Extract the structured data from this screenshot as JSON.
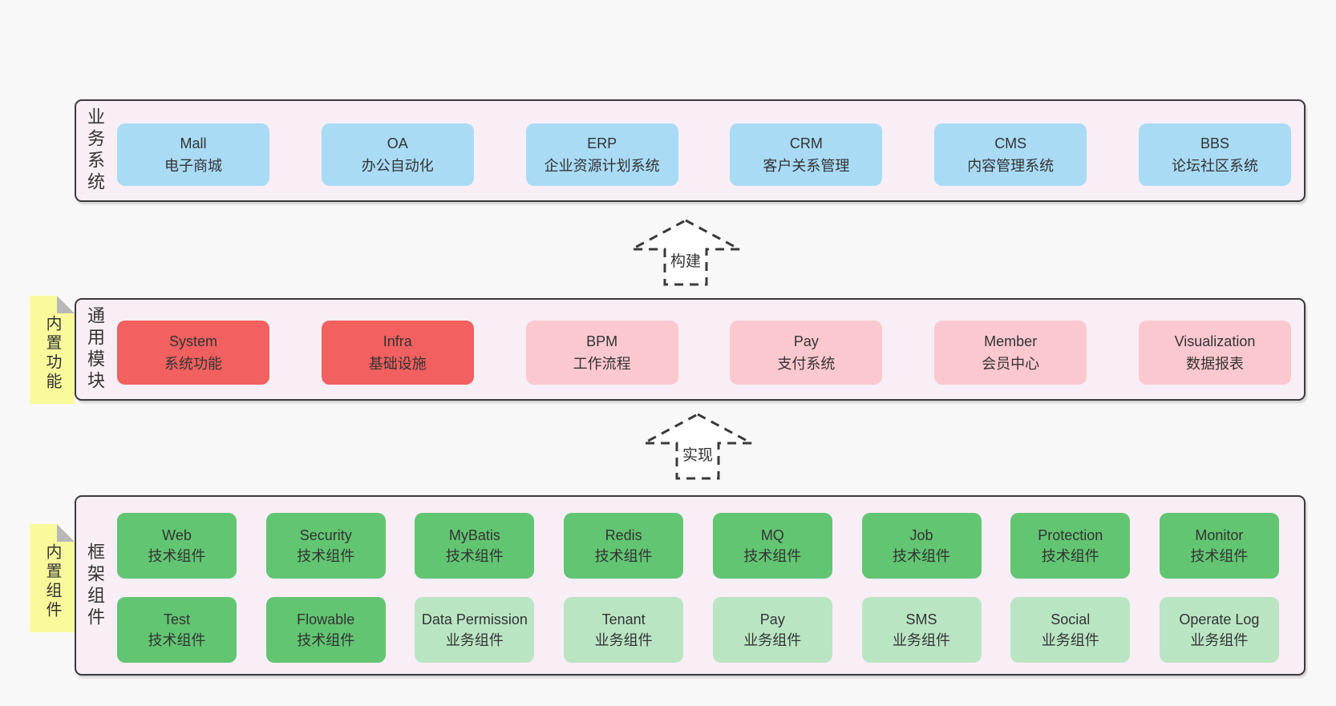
{
  "colors": {
    "blue": "#a9dbf5",
    "red": "#f2605f",
    "pink": "#fcc8cf",
    "green": "#62c572",
    "lightgreen": "#bae5c3",
    "yellow": "#fafa9c",
    "panel": "#f8eef6",
    "border": "#3a3a3a",
    "page": "#f8f8f8"
  },
  "sections": {
    "business": {
      "label": "业务系统",
      "boxes": [
        {
          "en": "Mall",
          "zh": "电子商城",
          "variant": "blue"
        },
        {
          "en": "OA",
          "zh": "办公自动化",
          "variant": "blue"
        },
        {
          "en": "ERP",
          "zh": "企业资源计划系统",
          "variant": "blue"
        },
        {
          "en": "CRM",
          "zh": "客户关系管理",
          "variant": "blue"
        },
        {
          "en": "CMS",
          "zh": "内容管理系统",
          "variant": "blue"
        },
        {
          "en": "BBS",
          "zh": "论坛社区系统",
          "variant": "blue"
        }
      ]
    },
    "modules": {
      "label": "通用模块",
      "note": "内置功能",
      "boxes": [
        {
          "en": "System",
          "zh": "系统功能",
          "variant": "red"
        },
        {
          "en": "Infra",
          "zh": "基础设施",
          "variant": "red"
        },
        {
          "en": "BPM",
          "zh": "工作流程",
          "variant": "pink"
        },
        {
          "en": "Pay",
          "zh": "支付系统",
          "variant": "pink"
        },
        {
          "en": "Member",
          "zh": "会员中心",
          "variant": "pink"
        },
        {
          "en": "Visualization",
          "zh": "数据报表",
          "variant": "pink"
        }
      ]
    },
    "components": {
      "label": "框架组件",
      "note": "内置组件",
      "rows": [
        [
          {
            "en": "Web",
            "zh": "技术组件",
            "variant": "green"
          },
          {
            "en": "Security",
            "zh": "技术组件",
            "variant": "green"
          },
          {
            "en": "MyBatis",
            "zh": "技术组件",
            "variant": "green"
          },
          {
            "en": "Redis",
            "zh": "技术组件",
            "variant": "green"
          },
          {
            "en": "MQ",
            "zh": "技术组件",
            "variant": "green"
          },
          {
            "en": "Job",
            "zh": "技术组件",
            "variant": "green"
          },
          {
            "en": "Protection",
            "zh": "技术组件",
            "variant": "green"
          },
          {
            "en": "Monitor",
            "zh": "技术组件",
            "variant": "green"
          }
        ],
        [
          {
            "en": "Test",
            "zh": "技术组件",
            "variant": "green"
          },
          {
            "en": "Flowable",
            "zh": "技术组件",
            "variant": "green"
          },
          {
            "en": "Data Permission",
            "zh": "业务组件",
            "variant": "lightgreen"
          },
          {
            "en": "Tenant",
            "zh": "业务组件",
            "variant": "lightgreen"
          },
          {
            "en": "Pay",
            "zh": "业务组件",
            "variant": "lightgreen"
          },
          {
            "en": "SMS",
            "zh": "业务组件",
            "variant": "lightgreen"
          },
          {
            "en": "Social",
            "zh": "业务组件",
            "variant": "lightgreen"
          },
          {
            "en": "Operate Log",
            "zh": "业务组件",
            "variant": "lightgreen"
          }
        ]
      ]
    }
  },
  "arrows": [
    {
      "label": "构建"
    },
    {
      "label": "实现"
    }
  ]
}
